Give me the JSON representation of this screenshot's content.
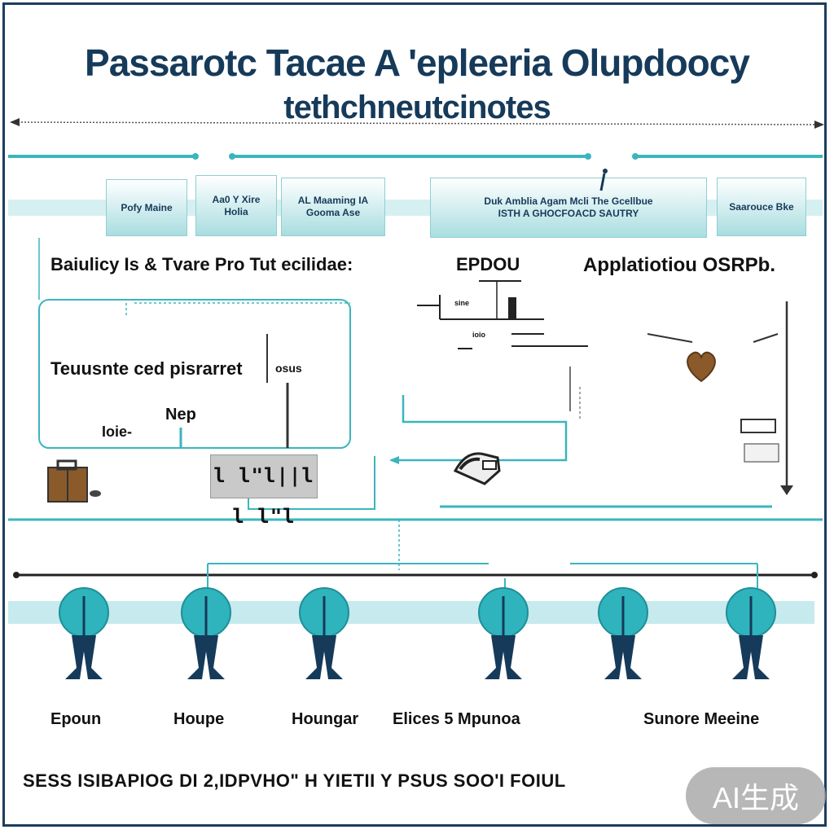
{
  "title": {
    "line1": "Passarotc Tacae A 'epleeria Olupdoocy",
    "line2": "tethchneutcinotes"
  },
  "boxes": [
    {
      "line1": "Pofy Maine",
      "line2": ""
    },
    {
      "line1": "Aa0 Y Xire",
      "line2": "Holia"
    },
    {
      "line1": "AL Maaming IA Gooma Ase",
      "line2": ""
    },
    {
      "line1": "Duk Amblia Agam Mcli The Gcellbue",
      "line2": "ISTH A GHOCFOACD SAUTRY"
    },
    {
      "line1": "Saarouce Bke",
      "line2": ""
    }
  ],
  "section_labels": {
    "left": "Baiulicy Is & Tvare Pro Tut ecilidae:",
    "middle": "EPDOU",
    "right": "Applatiotiou OSRPb."
  },
  "panel_labels": {
    "techline": "Teuusnte ced pisrarret",
    "techline_suffix": "osus",
    "nep": "Nep",
    "iole": "Ioie-",
    "small1": "sine",
    "small2": "ioio"
  },
  "barcode_label": "l l\"l||l l l\"l",
  "people": [
    {
      "label": "Epoun"
    },
    {
      "label": "Houpe"
    },
    {
      "label": "Houngar"
    },
    {
      "label": "Elices 5 Mpunoa"
    },
    {
      "label": ""
    },
    {
      "label": "Sunore Meeine"
    }
  ],
  "footer": "SESS ISIBAPIOG DI 2,IDPVHO\" H YIETII Y PSUS SOO'I FOIUL",
  "badge": "AI生成",
  "colors": {
    "teal": "#3bb5bd",
    "navy": "#163a5a",
    "brown": "#8b5a2b"
  }
}
